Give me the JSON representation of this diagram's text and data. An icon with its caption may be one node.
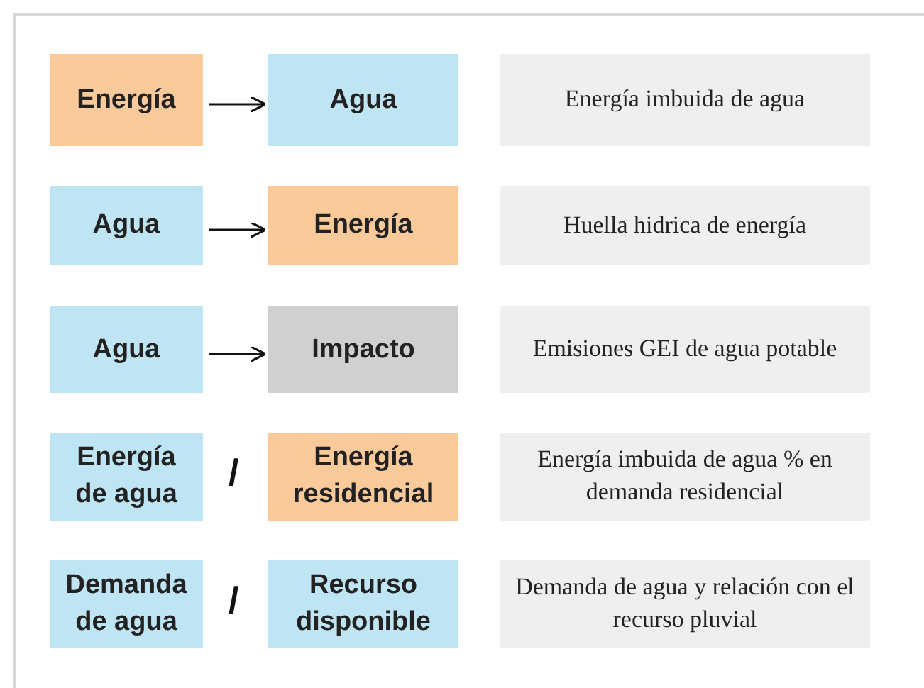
{
  "diagram": {
    "nodes": [
      {
        "text": [
          "Energía"
        ]
      },
      {
        "text": [
          "Agua"
        ]
      },
      {
        "text": [
          "Energía imbuida de agua"
        ]
      },
      {
        "text": [
          "Agua"
        ]
      },
      {
        "text": [
          "Energía"
        ]
      },
      {
        "text": [
          "Huella hidrica de energía"
        ]
      },
      {
        "text": [
          "Agua"
        ]
      },
      {
        "text": [
          "Impacto"
        ]
      },
      {
        "text": [
          "Emisiones GEI de agua potable"
        ]
      },
      {
        "text": [
          "Energía de agua"
        ]
      },
      {
        "text": [
          "Energía residencial"
        ]
      },
      {
        "text": [
          "Energía imbuida de agua % en demanda residencial"
        ]
      },
      {
        "text": [
          "Demanda de agua"
        ]
      },
      {
        "text": [
          "Recurso disponible"
        ]
      },
      {
        "text": [
          "Demanda de agua y relación con el recurso pluvial"
        ]
      }
    ],
    "edges": [
      {
        "from": 0,
        "to": 1,
        "arrow": "to"
      },
      {
        "from": 3,
        "to": 4,
        "arrow": "to"
      },
      {
        "from": 6,
        "to": 7,
        "arrow": "to"
      }
    ],
    "labels": [
      "/",
      "/"
    ]
  }
}
